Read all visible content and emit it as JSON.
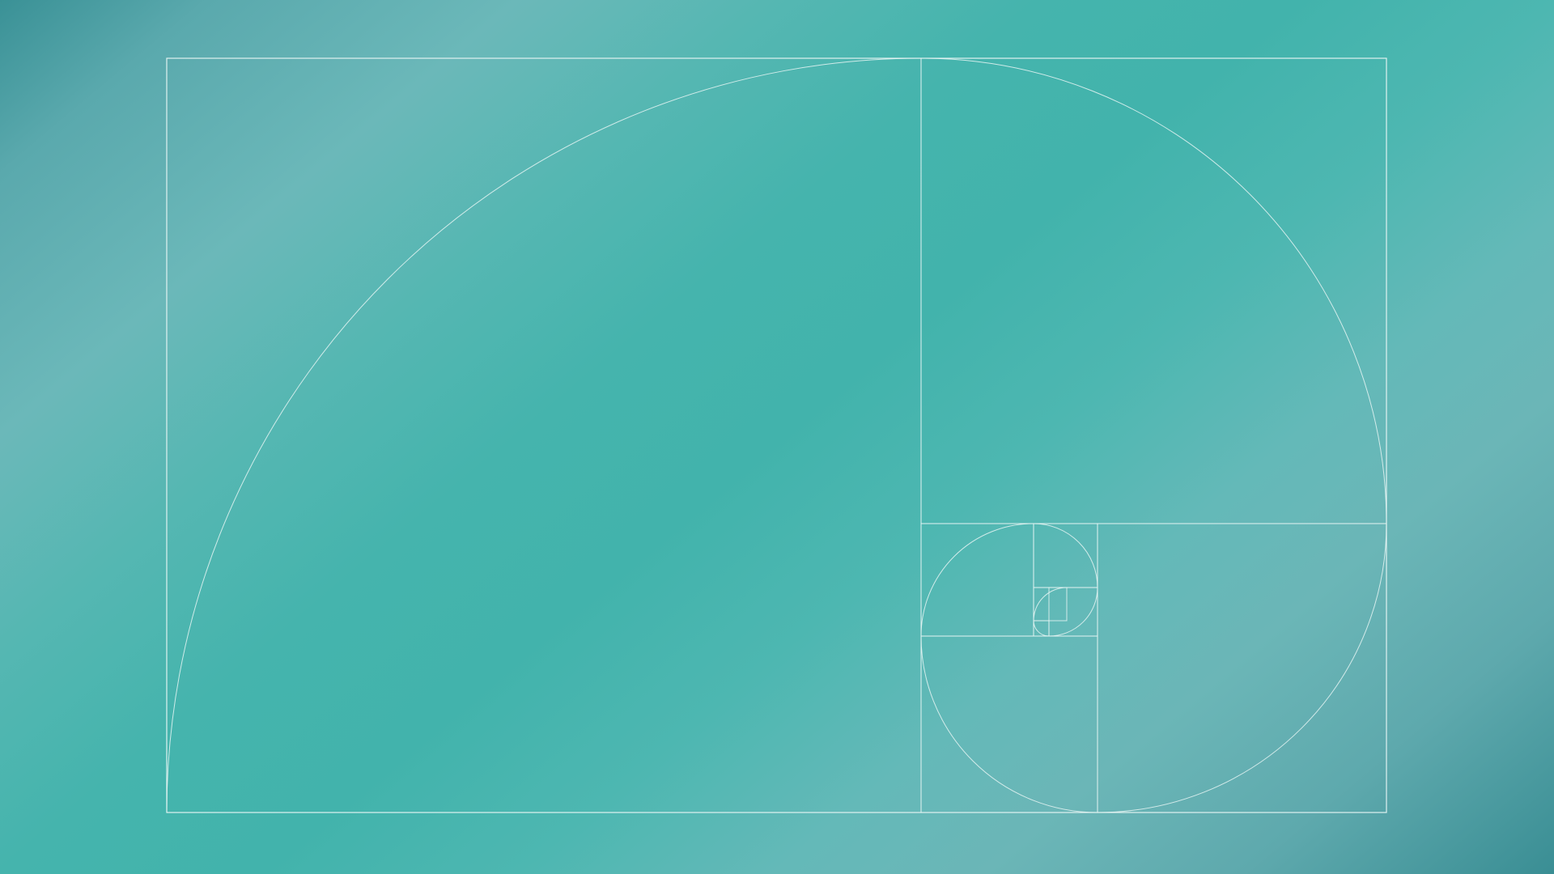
{
  "desktop": {
    "wallpaper": {
      "name": "golden-spiral-wallpaper",
      "colors": {
        "corner_dark": "#3a9196",
        "light_band": "#6bb8b9",
        "main_teal": "#42b3ac",
        "line_color": "#e6f4f3"
      },
      "motif": "golden-ratio-spiral",
      "subdivision_count": 10
    }
  }
}
